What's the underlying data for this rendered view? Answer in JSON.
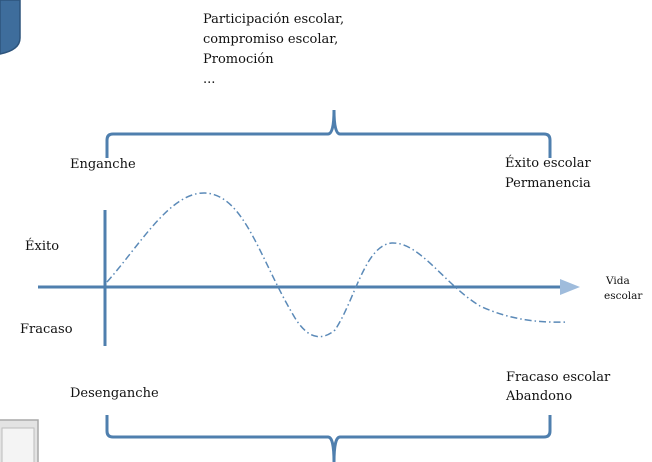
{
  "top_note": {
    "lines": [
      "Participación escolar,",
      "compromiso escolar,",
      "Promoción",
      "..."
    ]
  },
  "labels": {
    "enganche": "Enganche",
    "exito_line1": "Éxito escolar",
    "exito_line2": "Permanencia",
    "exito": "Éxito",
    "fracaso": "Fracaso",
    "vida_line1": "Vida",
    "vida_line2": "escolar",
    "desenganche": "Desenganche",
    "fracaso_line1": "Fracaso escolar",
    "fracaso_line2": "Abandono"
  },
  "colors": {
    "accent": "#4f7fae",
    "arrowhead": "#9fbcdc",
    "decor_blue": "#3d6d9c"
  }
}
